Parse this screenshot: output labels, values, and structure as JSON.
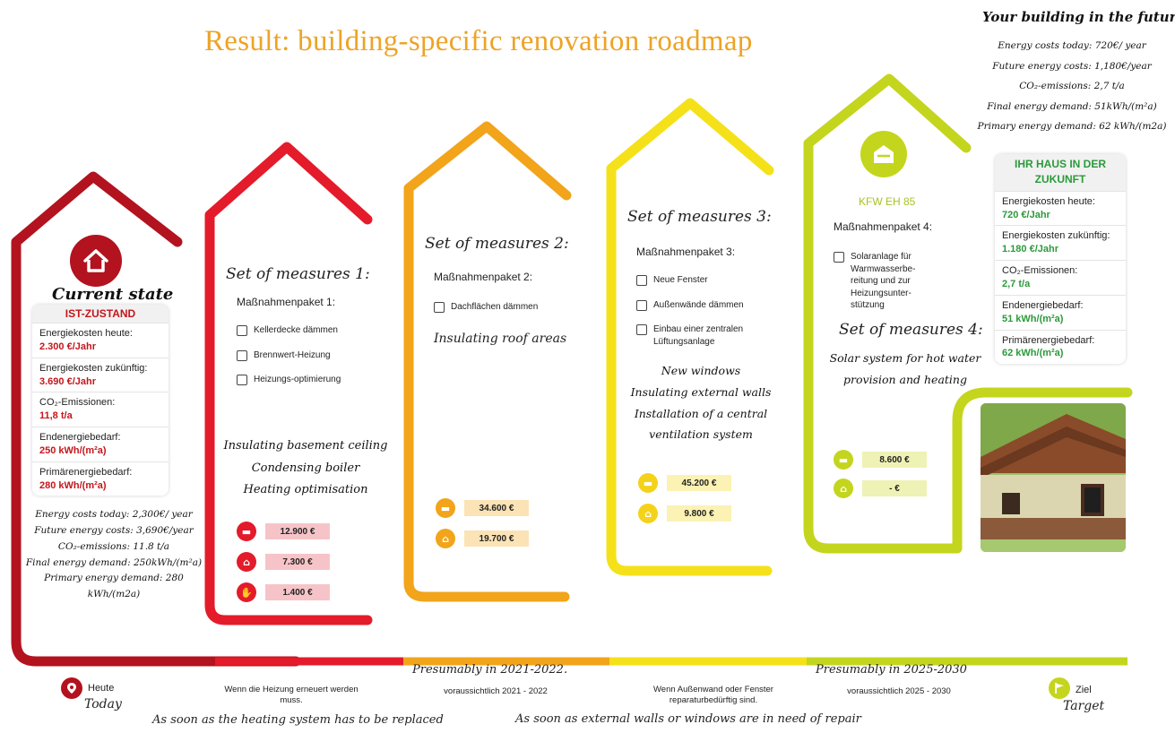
{
  "title": "Result: building-specific renovation roadmap",
  "colors": {
    "dark_red": "#b3121f",
    "red": "#e41b2a",
    "orange": "#f2a41a",
    "yellow": "#f5e11a",
    "lime": "#c4d51d",
    "green_text": "#2b9a3a",
    "red_text": "#c4161c",
    "orange_text": "#e99b15",
    "lime_text": "#a9c320"
  },
  "current": {
    "hand_title": "Current state",
    "card_title": "IST-ZUSTAND",
    "rows": [
      {
        "label": "Energiekosten heute:",
        "value": "2.300 €/Jahr"
      },
      {
        "label": "Energiekosten zukünftig:",
        "value": "3.690 €/Jahr"
      },
      {
        "label": "CO₂-Emissionen:",
        "value": "11,8 t/a"
      },
      {
        "label": "Endenergiebedarf:",
        "value": "250 kWh/(m²a)"
      },
      {
        "label": "Primärenergiebedarf:",
        "value": "280 kWh/(m²a)"
      }
    ],
    "hand_lines": [
      "Energy costs today: 2,300€/ year",
      "Future energy costs: 3,690€/year",
      "CO₂-emissions: 11.8 t/a",
      "Final energy demand: 250kWh/(m²a)",
      "Primary energy demand: 280",
      "kWh/(m2a)"
    ]
  },
  "set1": {
    "hand_title": "Set of measures 1:",
    "package": "Maßnahmenpaket 1:",
    "items": [
      "Kellerdecke dämmen",
      "Brennwert-Heizung",
      "Heizungs-optimierung"
    ],
    "hand_items": [
      "Insulating basement ceiling",
      "Condensing boiler",
      "Heating optimisation"
    ],
    "costs": [
      "12.900 €",
      "7.300 €",
      "1.400 €"
    ]
  },
  "set2": {
    "hand_title": "Set of measures 2:",
    "package": "Maßnahmenpaket 2:",
    "items": [
      "Dachflächen dämmen"
    ],
    "hand_items": [
      "Insulating roof areas"
    ],
    "costs": [
      "34.600 €",
      "19.700 €"
    ]
  },
  "set3": {
    "hand_title": "Set of measures 3:",
    "package": "Maßnahmenpaket 3:",
    "items": [
      "Neue Fenster",
      "Außenwände dämmen",
      "Einbau einer zentralen Lüftungsanlage"
    ],
    "hand_items": [
      "New windows",
      "Insulating external walls",
      "Installation of a central",
      "ventilation system"
    ],
    "costs": [
      "45.200 €",
      "9.800 €"
    ]
  },
  "set4": {
    "badge": "KFW EH 85",
    "package": "Maßnahmenpaket 4:",
    "items": [
      "Solaranlage für Warmwasserbe-reitung und zur Heizungsunter-stützung"
    ],
    "hand_title": "Set of measures 4:",
    "hand_items": [
      "Solar system for hot water",
      "provision and heating"
    ],
    "costs": [
      "8.600 €",
      "- €"
    ]
  },
  "future": {
    "hand_title": "Your building in the future",
    "hand_lines": [
      "Energy costs today: 720€/ year",
      "Future energy costs: 1,180€/year",
      "CO₂-emissions: 2,7 t/a",
      "Final energy demand: 51kWh/(m²a)",
      "Primary energy demand: 62 kWh/(m2a)"
    ],
    "card_title": "IHR HAUS IN DER ZUKUNFT",
    "rows": [
      {
        "label": "Energiekosten heute:",
        "value": "720 €/Jahr"
      },
      {
        "label": "Energiekosten zukünftig:",
        "value": "1.180 €/Jahr"
      },
      {
        "label": "CO₂-Emissionen:",
        "value": "2,7 t/a"
      },
      {
        "label": "Endenergiebedarf:",
        "value": "51 kWh/(m²a)"
      },
      {
        "label": "Primärenergiebedarf:",
        "value": "62 kWh/(m²a)"
      }
    ]
  },
  "timeline": {
    "heute": "Heute",
    "today": "Today",
    "step1_de": "Wenn die Heizung erneuert werden muss.",
    "step1_en": "As soon as the heating system has to be replaced",
    "step2_en": "Presumably in 2021-2022.",
    "step2_de": "voraussichtlich 2021 - 2022",
    "step3_de": "Wenn Außenwand oder Fenster reparaturbedürftig sind.",
    "step3_en": "As soon as external walls or windows are in need of repair",
    "step4_en": "Presumably in 2025-2030",
    "step4_de": "voraussichtlich 2025 - 2030",
    "ziel": "Ziel",
    "target": "Target"
  }
}
